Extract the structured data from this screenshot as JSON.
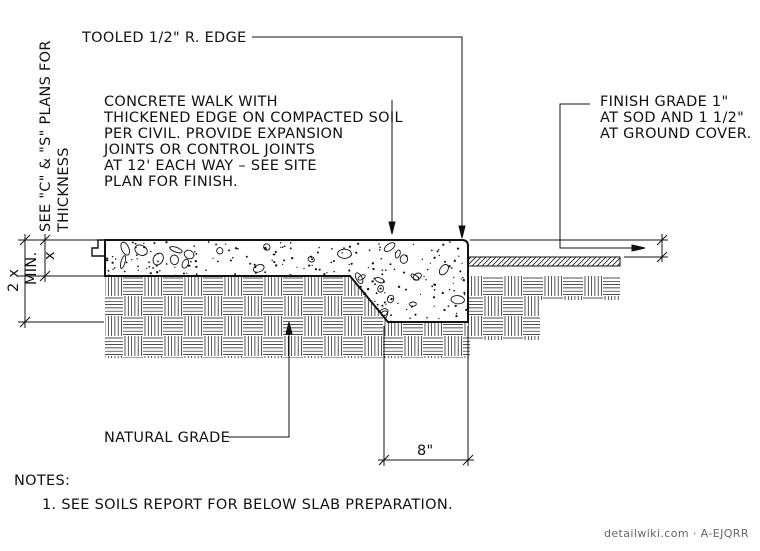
{
  "callouts": {
    "tooled_edge": "TOOLED 1/2\" R. EDGE",
    "concrete_walk": [
      "CONCRETE WALK WITH",
      "THICKENED EDGE ON COMPACTED SOIL",
      "PER CIVIL. PROVIDE EXPANSION",
      "JOINTS OR CONTROL JOINTS",
      "AT 12' EACH WAY – SEE SITE",
      "PLAN FOR FINISH."
    ],
    "finish_grade": [
      "FINISH GRADE 1\"",
      "AT SOD AND 1 1/2\"",
      "AT GROUND COVER."
    ],
    "natural_grade": "NATURAL GRADE",
    "see_plans": "SEE \"C\" & \"S\" PLANS FOR",
    "thickness": "THICKNESS"
  },
  "dimensions": {
    "two_x_min": "2 x",
    "min": "MIN.",
    "x": "x",
    "edge_width": "8\""
  },
  "notes": {
    "heading": "NOTES:",
    "items": [
      "1. SEE SOILS REPORT FOR BELOW SLAB PREPARATION."
    ]
  },
  "watermark": "detailwiki.com · A-EJQRR"
}
